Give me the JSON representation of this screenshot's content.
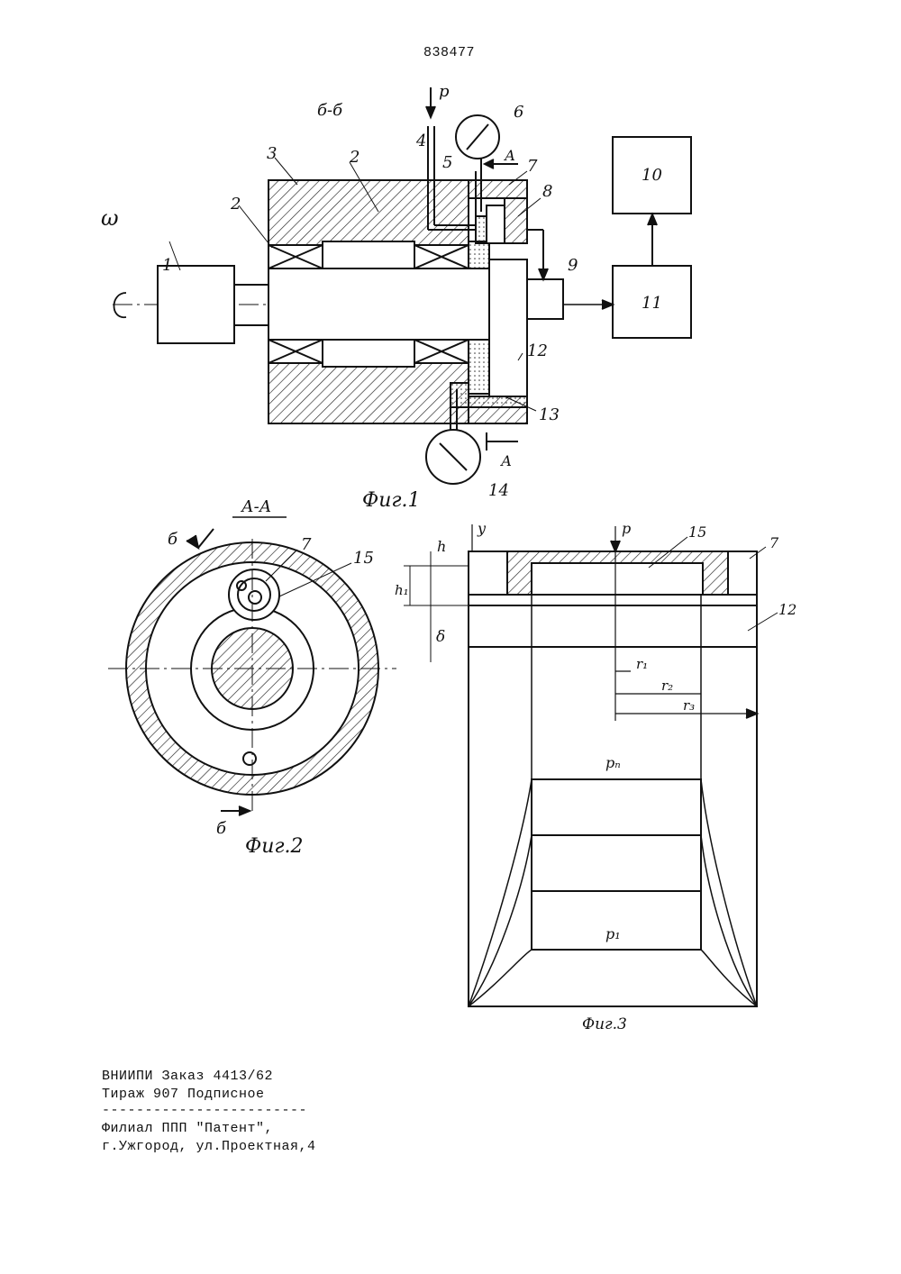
{
  "patent_number": "838477",
  "fig1": {
    "section_label": "б-б",
    "pressure_label": "р",
    "omega_label": "ω",
    "caption": "Фиг.1",
    "part_numbers": [
      "1",
      "2",
      "2",
      "3",
      "4",
      "5",
      "6",
      "7",
      "8",
      "9",
      "10",
      "11",
      "12",
      "13",
      "14"
    ],
    "section_arrow_label": "А"
  },
  "fig2": {
    "section_label": "А-А",
    "section_arrow_label": "б",
    "part_numbers": [
      "7",
      "15"
    ],
    "caption": "Фиг.2"
  },
  "fig3": {
    "axis_y": "y",
    "pressure_label": "р",
    "dims": [
      "h",
      "h₁",
      "δ"
    ],
    "radii": [
      "r₁",
      "r₂",
      "r₃"
    ],
    "part_numbers": [
      "15",
      "7",
      "12"
    ],
    "pressure_levels": [
      "pₙ",
      "p₁"
    ],
    "caption": "Фиг.3"
  },
  "imprint": {
    "line1": "ВНИИПИ   Заказ 4413/62",
    "line2": "Тираж 907   Подписное",
    "separator": "------------------------",
    "line3": "Филиал ППП \"Патент\",",
    "line4": "г.Ужгород, ул.Проектная,4"
  }
}
